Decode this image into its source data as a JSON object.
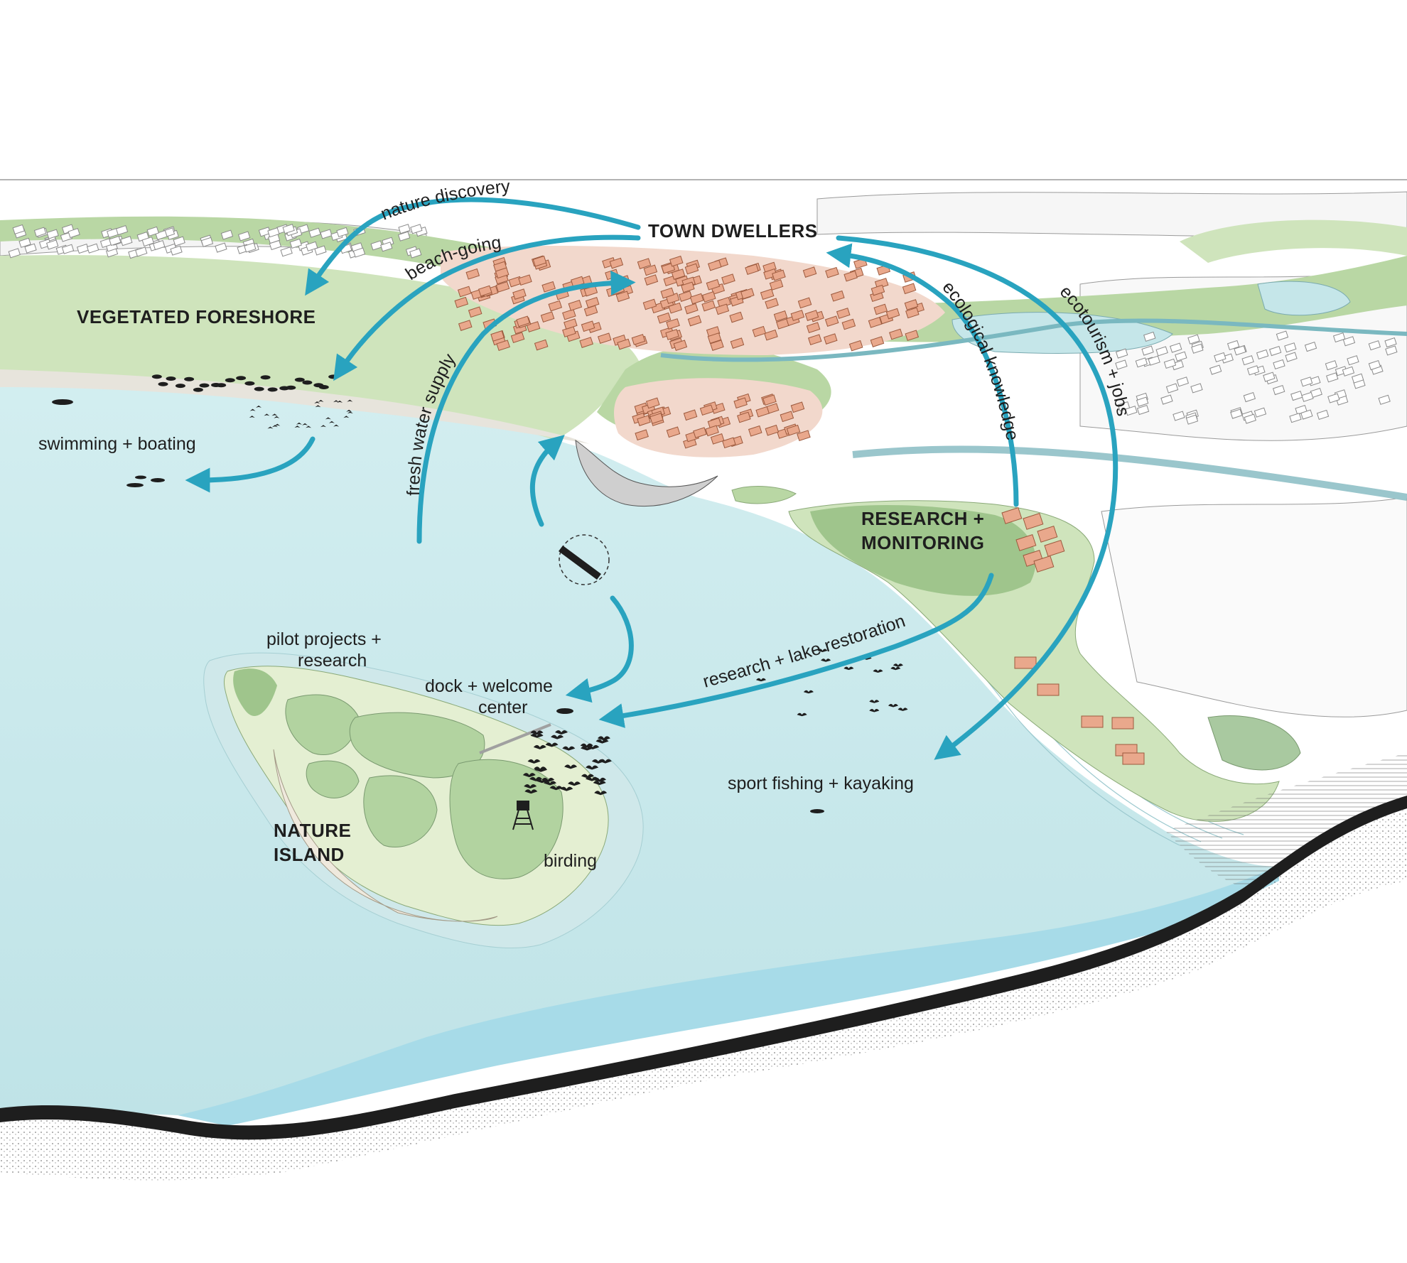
{
  "labels": {
    "town_dwellers": "TOWN DWELLERS",
    "vegetated_foreshore": "VEGETATED FORESHORE",
    "research_monitoring_1": "RESEARCH +",
    "research_monitoring_2": "MONITORING",
    "nature_island_1": "NATURE",
    "nature_island_2": "ISLAND",
    "swimming_boating": "swimming + boating",
    "pilot_projects_1": "pilot projects +",
    "pilot_projects_2": "research",
    "dock_welcome_1": "dock + welcome",
    "dock_welcome_2": "center",
    "birding": "birding",
    "sport_fishing": "sport fishing + kayaking"
  },
  "flows": {
    "nature_discovery": "nature discovery",
    "beach_going": "beach-going",
    "fresh_water_supply": "fresh water supply",
    "ecological_knowledge": "ecological knowledge",
    "ecotourism_jobs": "ecotourism + jobs",
    "research_lake_restoration": "research + lake restoration"
  },
  "colors": {
    "flow_arrow": "#29a3bf",
    "water": "#c5e6e9",
    "deep_water": "#a7dbe8",
    "vegetation": "#b9d7a4",
    "dark_vegetation": "#9fc58c",
    "town": "#f2d8cc",
    "house": "#e9a88c",
    "beach": "#e7e4dc"
  }
}
